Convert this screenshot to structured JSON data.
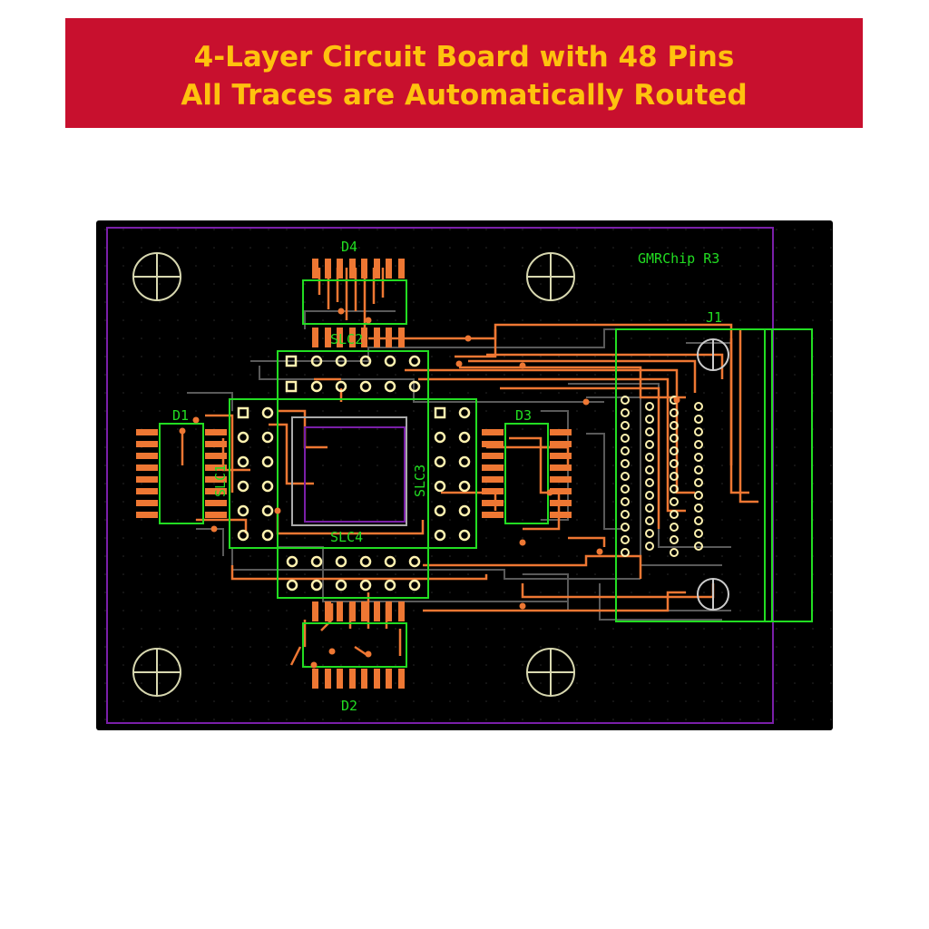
{
  "banner": {
    "line1": "4-Layer Circuit Board with 48 Pins",
    "line2": "All Traces are Automatically Routed"
  },
  "board": {
    "title": "GMRChip R3",
    "components": {
      "d1": "D1",
      "d2": "D2",
      "d3": "D3",
      "d4": "D4",
      "j1": "J1",
      "slc1": "SLC1",
      "slc2": "SLC2",
      "slc3": "SLC3",
      "slc4": "SLC4"
    },
    "colors": {
      "background": "#000000",
      "outline": "#7a1fa8",
      "silkscreen": "#22dd22",
      "copper_top": "#ee7733",
      "copper_inner": "#5a5a5a",
      "via": "#fff2b0",
      "banner_bg": "#c8102e",
      "banner_text": "#ffc20e"
    }
  }
}
